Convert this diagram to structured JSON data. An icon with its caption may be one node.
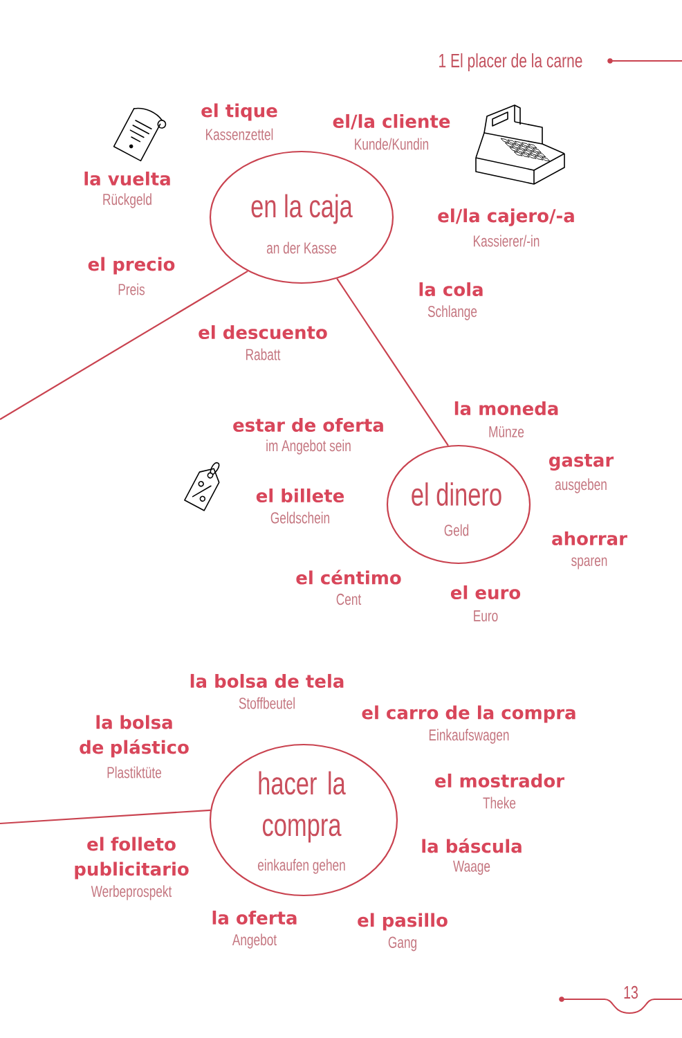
{
  "diagram": {
    "nodes": [
      {
        "text": [
          "en la caja",
          "an der Kasse"
        ]
      },
      {
        "text": [
          "el dinero",
          "Geld"
        ]
      },
      {
        "text": [
          "hacer la compra",
          "einkaufen gehen"
        ]
      }
    ],
    "edges": [
      {
        "from": 0,
        "to": 1,
        "arrow": "none"
      },
      {
        "from": null,
        "to": 0,
        "arrow": "none"
      },
      {
        "from": null,
        "to": 2,
        "arrow": "none"
      }
    ],
    "labels": [
      "1 El placer de la carne",
      "el tique",
      "Kassenzettel",
      "el/la cliente",
      "Kunde/Kundin",
      "la vuelta",
      "Rückgeld",
      "el/la cajero/-a",
      "Kassierer/-in",
      "el precio",
      "Preis",
      "la cola",
      "Schlange",
      "el descuento",
      "Rabatt",
      "la moneda",
      "Münze",
      "estar de oferta",
      "im Angebot sein",
      "gastar",
      "ausgeben",
      "el billete",
      "Geldschein",
      "ahorrar",
      "sparen",
      "el céntimo",
      "Cent",
      "el euro",
      "Euro",
      "la bolsa de tela",
      "Stoffbeutel",
      "el carro de la compra",
      "Einkaufswagen",
      "la bolsa de plástico",
      "Plastiktüte",
      "el mostrador",
      "Theke",
      "el folleto publicitario",
      "Werbeprospekt",
      "la báscula",
      "Waage",
      "la oferta",
      "Angebot",
      "el pasillo",
      "Gang",
      "13"
    ]
  }
}
